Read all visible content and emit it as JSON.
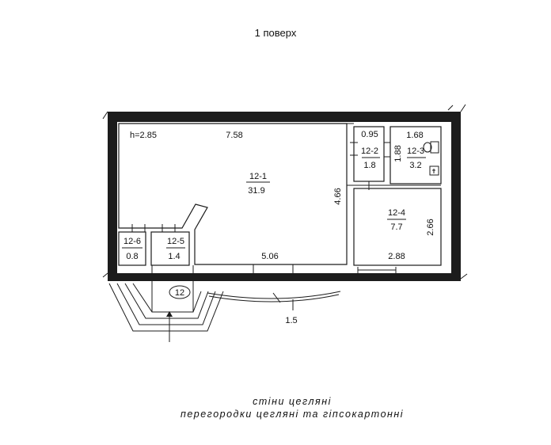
{
  "title": "1 поверх",
  "ceiling_height": "h=2.85",
  "rooms": [
    {
      "id": "12-1",
      "area": "31.9"
    },
    {
      "id": "12-2",
      "area": "1.8"
    },
    {
      "id": "12-3",
      "area": "3.2"
    },
    {
      "id": "12-4",
      "area": "7.7"
    },
    {
      "id": "12-5",
      "area": "1.4"
    },
    {
      "id": "12-6",
      "area": "0.8"
    }
  ],
  "dimensions": {
    "main_width_top": "7.58",
    "main_width_bottom": "5.06",
    "main_depth": "4.66",
    "room2_width": "0.95",
    "room2_depth": "1.88",
    "room3_width": "1.68",
    "room4_depth": "2.66",
    "room4_width": "2.88",
    "porch_depth": "1.5"
  },
  "entrance_number": "12",
  "legend": {
    "walls": "стіни цегляні",
    "partitions": "перегородки цегляні та гіпсокартонні"
  }
}
